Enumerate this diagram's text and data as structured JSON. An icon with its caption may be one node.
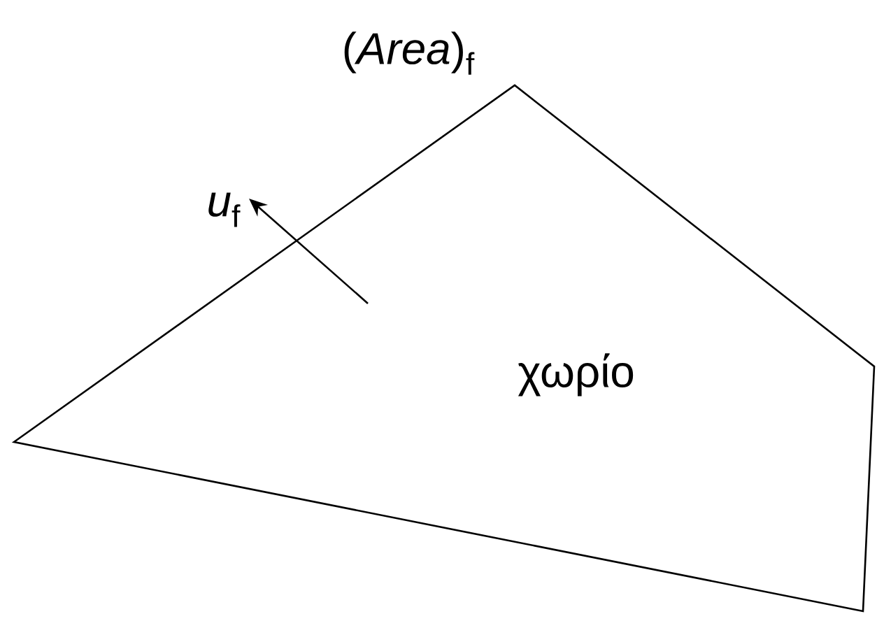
{
  "diagram": {
    "nodes": [
      {
        "text": [
          "χωρίο"
        ]
      }
    ],
    "labels": [
      "(*Area*)$_{f}$",
      "*u*$_{f}$"
    ]
  }
}
